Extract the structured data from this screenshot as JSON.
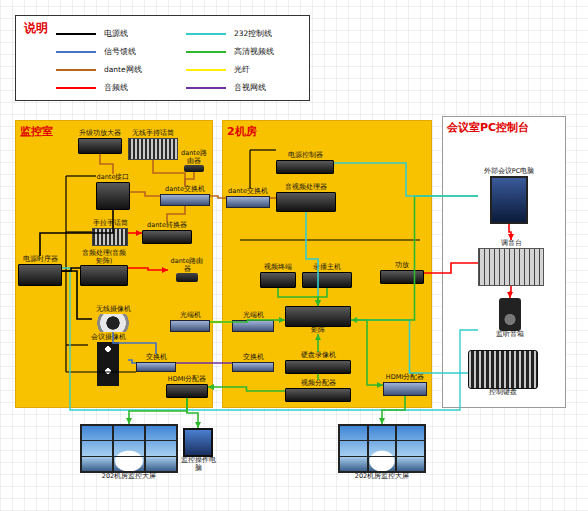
{
  "diagram": {
    "nodes": [
      {
        "text": [
          "监控室"
        ]
      },
      {
        "text": [
          "2机房"
        ]
      },
      {
        "text": [
          "会议室PC控制台"
        ]
      },
      {
        "text": [
          "升级功放大器"
        ],
        "in": 0
      },
      {
        "text": [
          "无线手持话筒"
        ],
        "in": 0
      },
      {
        "text": [
          "dante路由器"
        ],
        "in": 0
      },
      {
        "text": [
          "dante接口"
        ],
        "in": 0
      },
      {
        "text": [
          "dante交换机"
        ],
        "in": 0
      },
      {
        "text": [
          "手拉手话筒"
        ],
        "in": 0
      },
      {
        "text": [
          "dante转换器"
        ],
        "in": 0
      },
      {
        "text": [
          "电源时序器"
        ],
        "in": 0
      },
      {
        "text": [
          "音频处理(音频矩阵)"
        ],
        "in": 0
      },
      {
        "text": [
          "dante路由器"
        ],
        "in": 0
      },
      {
        "text": [
          "无线摄像机"
        ],
        "in": 0
      },
      {
        "text": [
          "光端机"
        ],
        "in": 0
      },
      {
        "text": [
          "会议摄像机"
        ],
        "in": 0
      },
      {
        "text": [
          "交换机"
        ],
        "in": 0
      },
      {
        "text": [
          "HDMI分配器"
        ],
        "in": 0
      },
      {
        "text": [
          "电源控制器"
        ],
        "in": 1
      },
      {
        "text": [
          "音视频处理器"
        ],
        "in": 1
      },
      {
        "text": [
          "dante交换机"
        ],
        "in": 1
      },
      {
        "text": [
          "视频终端"
        ],
        "in": 1
      },
      {
        "text": [
          "录播主机"
        ],
        "in": 1
      },
      {
        "text": [
          "矩阵"
        ],
        "in": 1
      },
      {
        "text": [
          "光端机"
        ],
        "in": 1
      },
      {
        "text": [
          "交换机"
        ],
        "in": 1
      },
      {
        "text": [
          "硬盘录像机"
        ],
        "in": 1
      },
      {
        "text": [
          "视频分配器"
        ],
        "in": 1
      },
      {
        "text": [
          "HDMI分配器"
        ],
        "in": 1
      },
      {
        "text": [
          "功放"
        ],
        "in": 1
      },
      {
        "text": [
          "外部会议PC电脑"
        ],
        "in": 2
      },
      {
        "text": [
          "调音台"
        ],
        "in": 2
      },
      {
        "text": [
          "监听音箱"
        ],
        "in": 2
      },
      {
        "text": [
          "控制键盘"
        ],
        "in": 2
      },
      {
        "text": [
          "202机房监控大屏"
        ]
      },
      {
        "text": [
          "监控操作电脑"
        ]
      },
      {
        "text": [
          "202机房监控大屏"
        ]
      }
    ],
    "edges": [
      {
        "from": 4,
        "to": 7,
        "arrow": "none"
      },
      {
        "from": 6,
        "to": 7,
        "arrow": "none"
      },
      {
        "from": 5,
        "to": 7,
        "arrow": "none"
      },
      {
        "from": 7,
        "to": 20,
        "arrow": "none"
      },
      {
        "from": 9,
        "to": 7,
        "arrow": "none"
      },
      {
        "from": 8,
        "to": 9,
        "arrow": "to"
      },
      {
        "from": 11,
        "to": 12,
        "arrow": "to"
      },
      {
        "from": 10,
        "to": 6,
        "arrow": "none"
      },
      {
        "from": 10,
        "to": 11,
        "arrow": "none"
      },
      {
        "from": 10,
        "to": 13,
        "arrow": "none"
      },
      {
        "from": 13,
        "to": 16,
        "arrow": "none"
      },
      {
        "from": 15,
        "to": 16,
        "arrow": "none"
      },
      {
        "from": 14,
        "to": 24,
        "arrow": "none"
      },
      {
        "from": 16,
        "to": 25,
        "arrow": "none"
      },
      {
        "from": 17,
        "to": 34,
        "arrow": "to"
      },
      {
        "from": 17,
        "to": 35,
        "arrow": "to"
      },
      {
        "from": 28,
        "to": 36,
        "arrow": "to"
      },
      {
        "from": 23,
        "to": 28,
        "arrow": "to"
      },
      {
        "from": 30,
        "to": 31,
        "arrow": "to"
      },
      {
        "from": 31,
        "to": 32,
        "arrow": "to"
      },
      {
        "from": 33,
        "to": 23,
        "arrow": "none"
      },
      {
        "from": 30,
        "to": 23,
        "arrow": "to"
      },
      {
        "from": 23,
        "to": 19,
        "arrow": "none"
      },
      {
        "from": 18,
        "to": 30,
        "arrow": "none"
      },
      {
        "from": 22,
        "to": 23,
        "arrow": "to"
      },
      {
        "from": 26,
        "to": 23,
        "arrow": "to"
      },
      {
        "from": 21,
        "to": 23,
        "arrow": "to"
      },
      {
        "from": 20,
        "to": 19,
        "arrow": "none"
      },
      {
        "from": 14,
        "to": 23,
        "arrow": "to"
      },
      {
        "from": 26,
        "to": 27,
        "arrow": "none"
      },
      {
        "from": 27,
        "to": 17,
        "arrow": "to"
      },
      {
        "from": 29,
        "to": 31,
        "arrow": "none"
      },
      {
        "from": 3,
        "to": 6,
        "arrow": "none"
      }
    ],
    "labels": [
      "说明"
    ],
    "legend": [
      {
        "text": "电源线"
      },
      {
        "text": "232控制线"
      },
      {
        "text": "信号馈线"
      },
      {
        "text": "高清视频线"
      },
      {
        "text": "dante网线"
      },
      {
        "text": "光纤"
      },
      {
        "text": "音频线"
      },
      {
        "text": "音视网线"
      }
    ]
  }
}
